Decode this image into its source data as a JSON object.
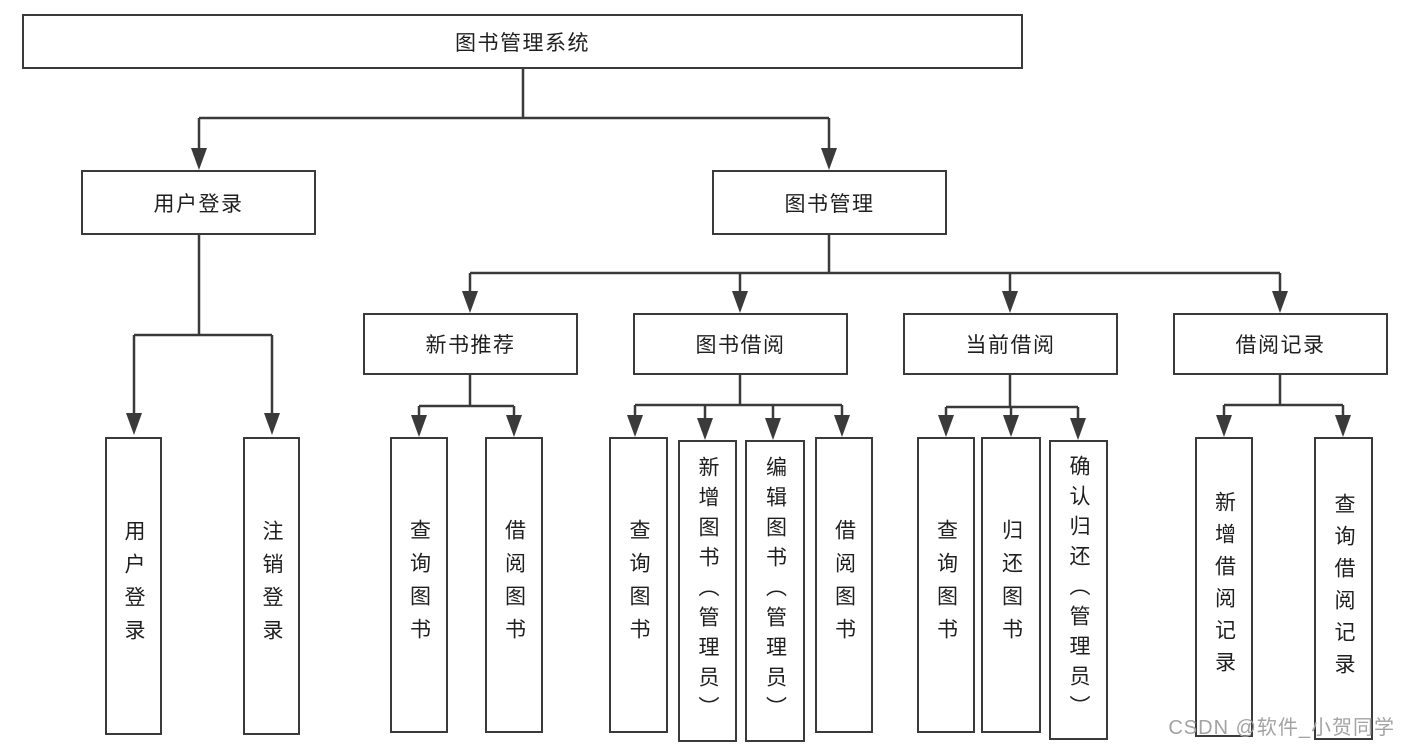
{
  "diagram": {
    "root": {
      "label": "图书管理系统"
    },
    "level2": [
      {
        "label": "用户登录",
        "parent": "图书管理系统"
      },
      {
        "label": "图书管理",
        "parent": "图书管理系统"
      }
    ],
    "level3": [
      {
        "label": "新书推荐",
        "parent": "图书管理"
      },
      {
        "label": "图书借阅",
        "parent": "图书管理"
      },
      {
        "label": "当前借阅",
        "parent": "图书管理"
      },
      {
        "label": "借阅记录",
        "parent": "图书管理"
      }
    ],
    "leaves": [
      {
        "label": "用户登录",
        "parent": "用户登录"
      },
      {
        "label": "注销登录",
        "parent": "用户登录"
      },
      {
        "label": "查询图书",
        "parent": "新书推荐"
      },
      {
        "label": "借阅图书",
        "parent": "新书推荐"
      },
      {
        "label": "查询图书",
        "parent": "图书借阅"
      },
      {
        "label": "新增图书（管理员）",
        "parent": "图书借阅"
      },
      {
        "label": "编辑图书（管理员）",
        "parent": "图书借阅"
      },
      {
        "label": "借阅图书",
        "parent": "图书借阅"
      },
      {
        "label": "查询图书",
        "parent": "当前借阅"
      },
      {
        "label": "归还图书",
        "parent": "当前借阅"
      },
      {
        "label": "确认归还（管理员）",
        "parent": "当前借阅"
      },
      {
        "label": "新增借阅记录",
        "parent": "借阅记录"
      },
      {
        "label": "查询借阅记录",
        "parent": "借阅记录"
      }
    ]
  },
  "watermark": {
    "text": "CSDN @软件_小贺同学"
  },
  "colors": {
    "line": "#3a3a3a",
    "box_border": "#3a3a3a",
    "box_background": "#ffffff",
    "text": "#1f1f1f",
    "watermark": "#a3a3a3",
    "background": "#ffffff"
  }
}
